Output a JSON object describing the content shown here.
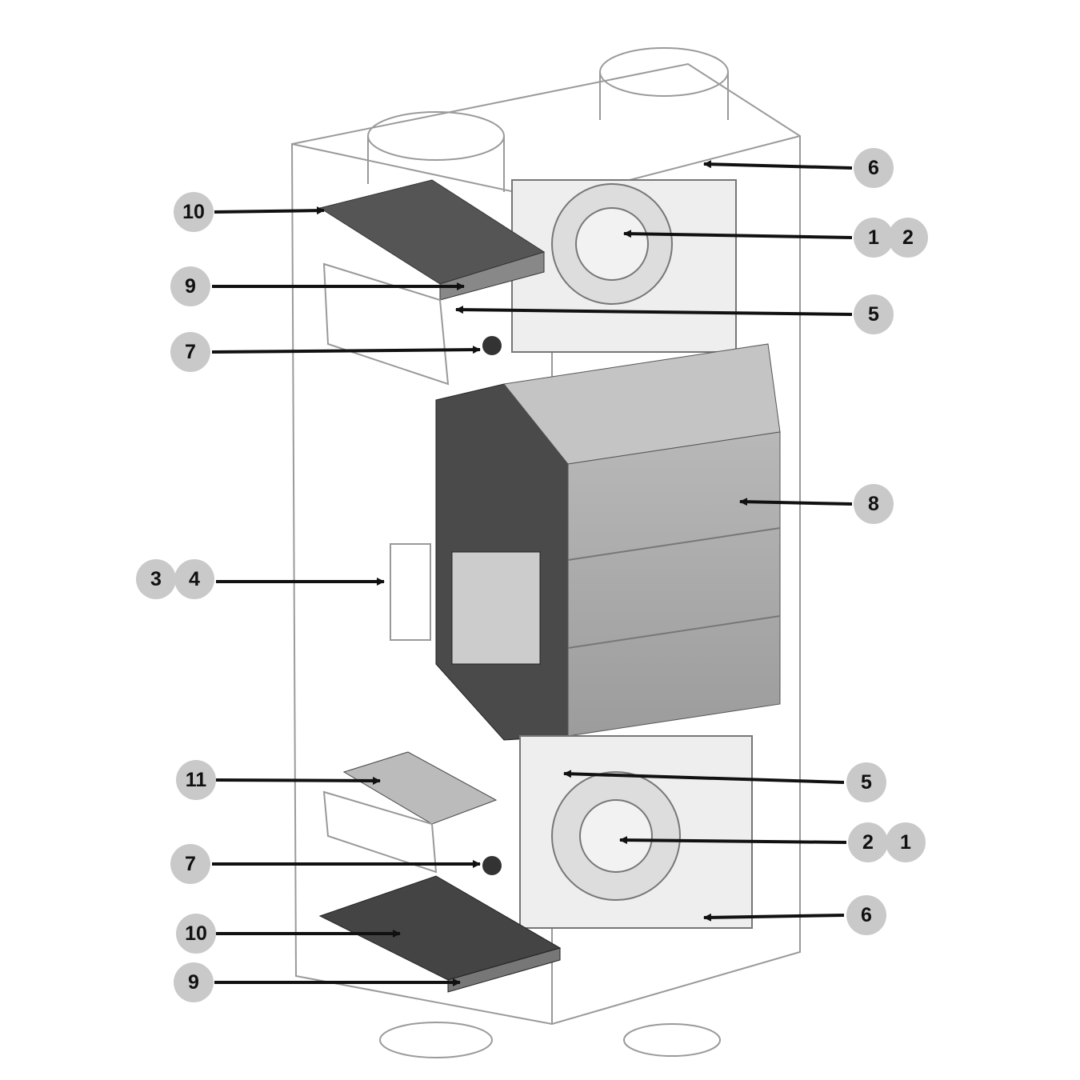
{
  "callouts": [
    {
      "labels": [
        "6"
      ],
      "side": "right"
    },
    {
      "labels": [
        "1",
        "2"
      ],
      "side": "right"
    },
    {
      "labels": [
        "5"
      ],
      "side": "right"
    },
    {
      "labels": [
        "8"
      ],
      "side": "right"
    },
    {
      "labels": [
        "5"
      ],
      "side": "right"
    },
    {
      "labels": [
        "2",
        "1"
      ],
      "side": "right"
    },
    {
      "labels": [
        "6"
      ],
      "side": "right"
    },
    {
      "labels": [
        "10"
      ],
      "side": "left"
    },
    {
      "labels": [
        "9"
      ],
      "side": "left"
    },
    {
      "labels": [
        "7"
      ],
      "side": "left"
    },
    {
      "labels": [
        "3",
        "4"
      ],
      "side": "left"
    },
    {
      "labels": [
        "11"
      ],
      "side": "left"
    },
    {
      "labels": [
        "7"
      ],
      "side": "left"
    },
    {
      "labels": [
        "10"
      ],
      "side": "left"
    },
    {
      "labels": [
        "9"
      ],
      "side": "left"
    }
  ],
  "colors": {
    "badge": "#c9c9c9",
    "arrow": "#111111",
    "outline": "#9a9a9a",
    "panel_dark": "#4a4a4a",
    "panel_mid": "#a9a9a9"
  }
}
